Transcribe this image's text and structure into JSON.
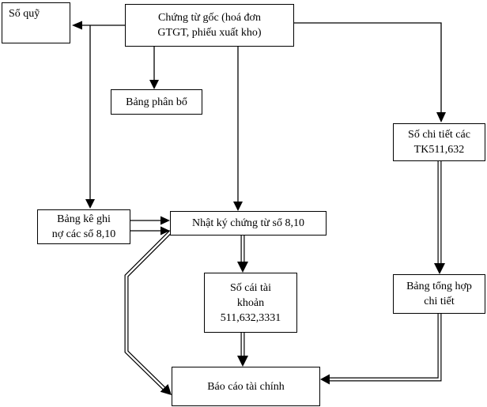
{
  "diagram": {
    "description": "Accounting voucher journal flow diagram",
    "background_color": "#ffffff",
    "line_color": "#000000",
    "text_color": "#000000",
    "nodes": {
      "so_quy": {
        "label": "Sổ quỹ"
      },
      "chung_tu_goc": {
        "label": "Chứng từ gốc (hoá đơn\nGTGT, phiếu xuất kho)"
      },
      "bang_phan_bo": {
        "label": "Bảng phân bổ"
      },
      "so_chi_tiet": {
        "label": "Số chi tiết các\nTK511,632"
      },
      "bang_ke": {
        "label": "Bảng kê ghi\nnợ các sổ 8,10"
      },
      "nhat_ky": {
        "label": "Nhật ký chứng từ sổ 8,10"
      },
      "so_cai": {
        "label": "Số cái tài\nkhoản\n511,632,3331"
      },
      "bang_tong_hop": {
        "label": "Bảng tổng hợp\nchi tiết"
      },
      "bao_cao": {
        "label": "Báo cáo tài chính"
      }
    },
    "edges": [
      {
        "from": "chung_tu_goc",
        "to": "so_quy",
        "style": "single-line-arrow"
      },
      {
        "from": "chung_tu_goc",
        "to": "bang_ke",
        "style": "single-line-arrow"
      },
      {
        "from": "chung_tu_goc",
        "to": "bang_phan_bo",
        "style": "single-line-arrow"
      },
      {
        "from": "chung_tu_goc",
        "to": "nhat_ky",
        "style": "single-line-arrow"
      },
      {
        "from": "chung_tu_goc",
        "to": "so_chi_tiet",
        "style": "single-line-arrow"
      },
      {
        "from": "bang_ke",
        "to": "nhat_ky",
        "style": "two-single-line-arrows"
      },
      {
        "from": "nhat_ky",
        "to": "so_cai",
        "style": "double-line-arrow"
      },
      {
        "from": "nhat_ky",
        "to": "bao_cao",
        "style": "double-line-arrow"
      },
      {
        "from": "so_cai",
        "to": "bao_cao",
        "style": "double-line-arrow"
      },
      {
        "from": "so_chi_tiet",
        "to": "bang_tong_hop",
        "style": "double-line-arrow"
      },
      {
        "from": "bang_tong_hop",
        "to": "bao_cao",
        "style": "double-line-arrow"
      }
    ]
  }
}
